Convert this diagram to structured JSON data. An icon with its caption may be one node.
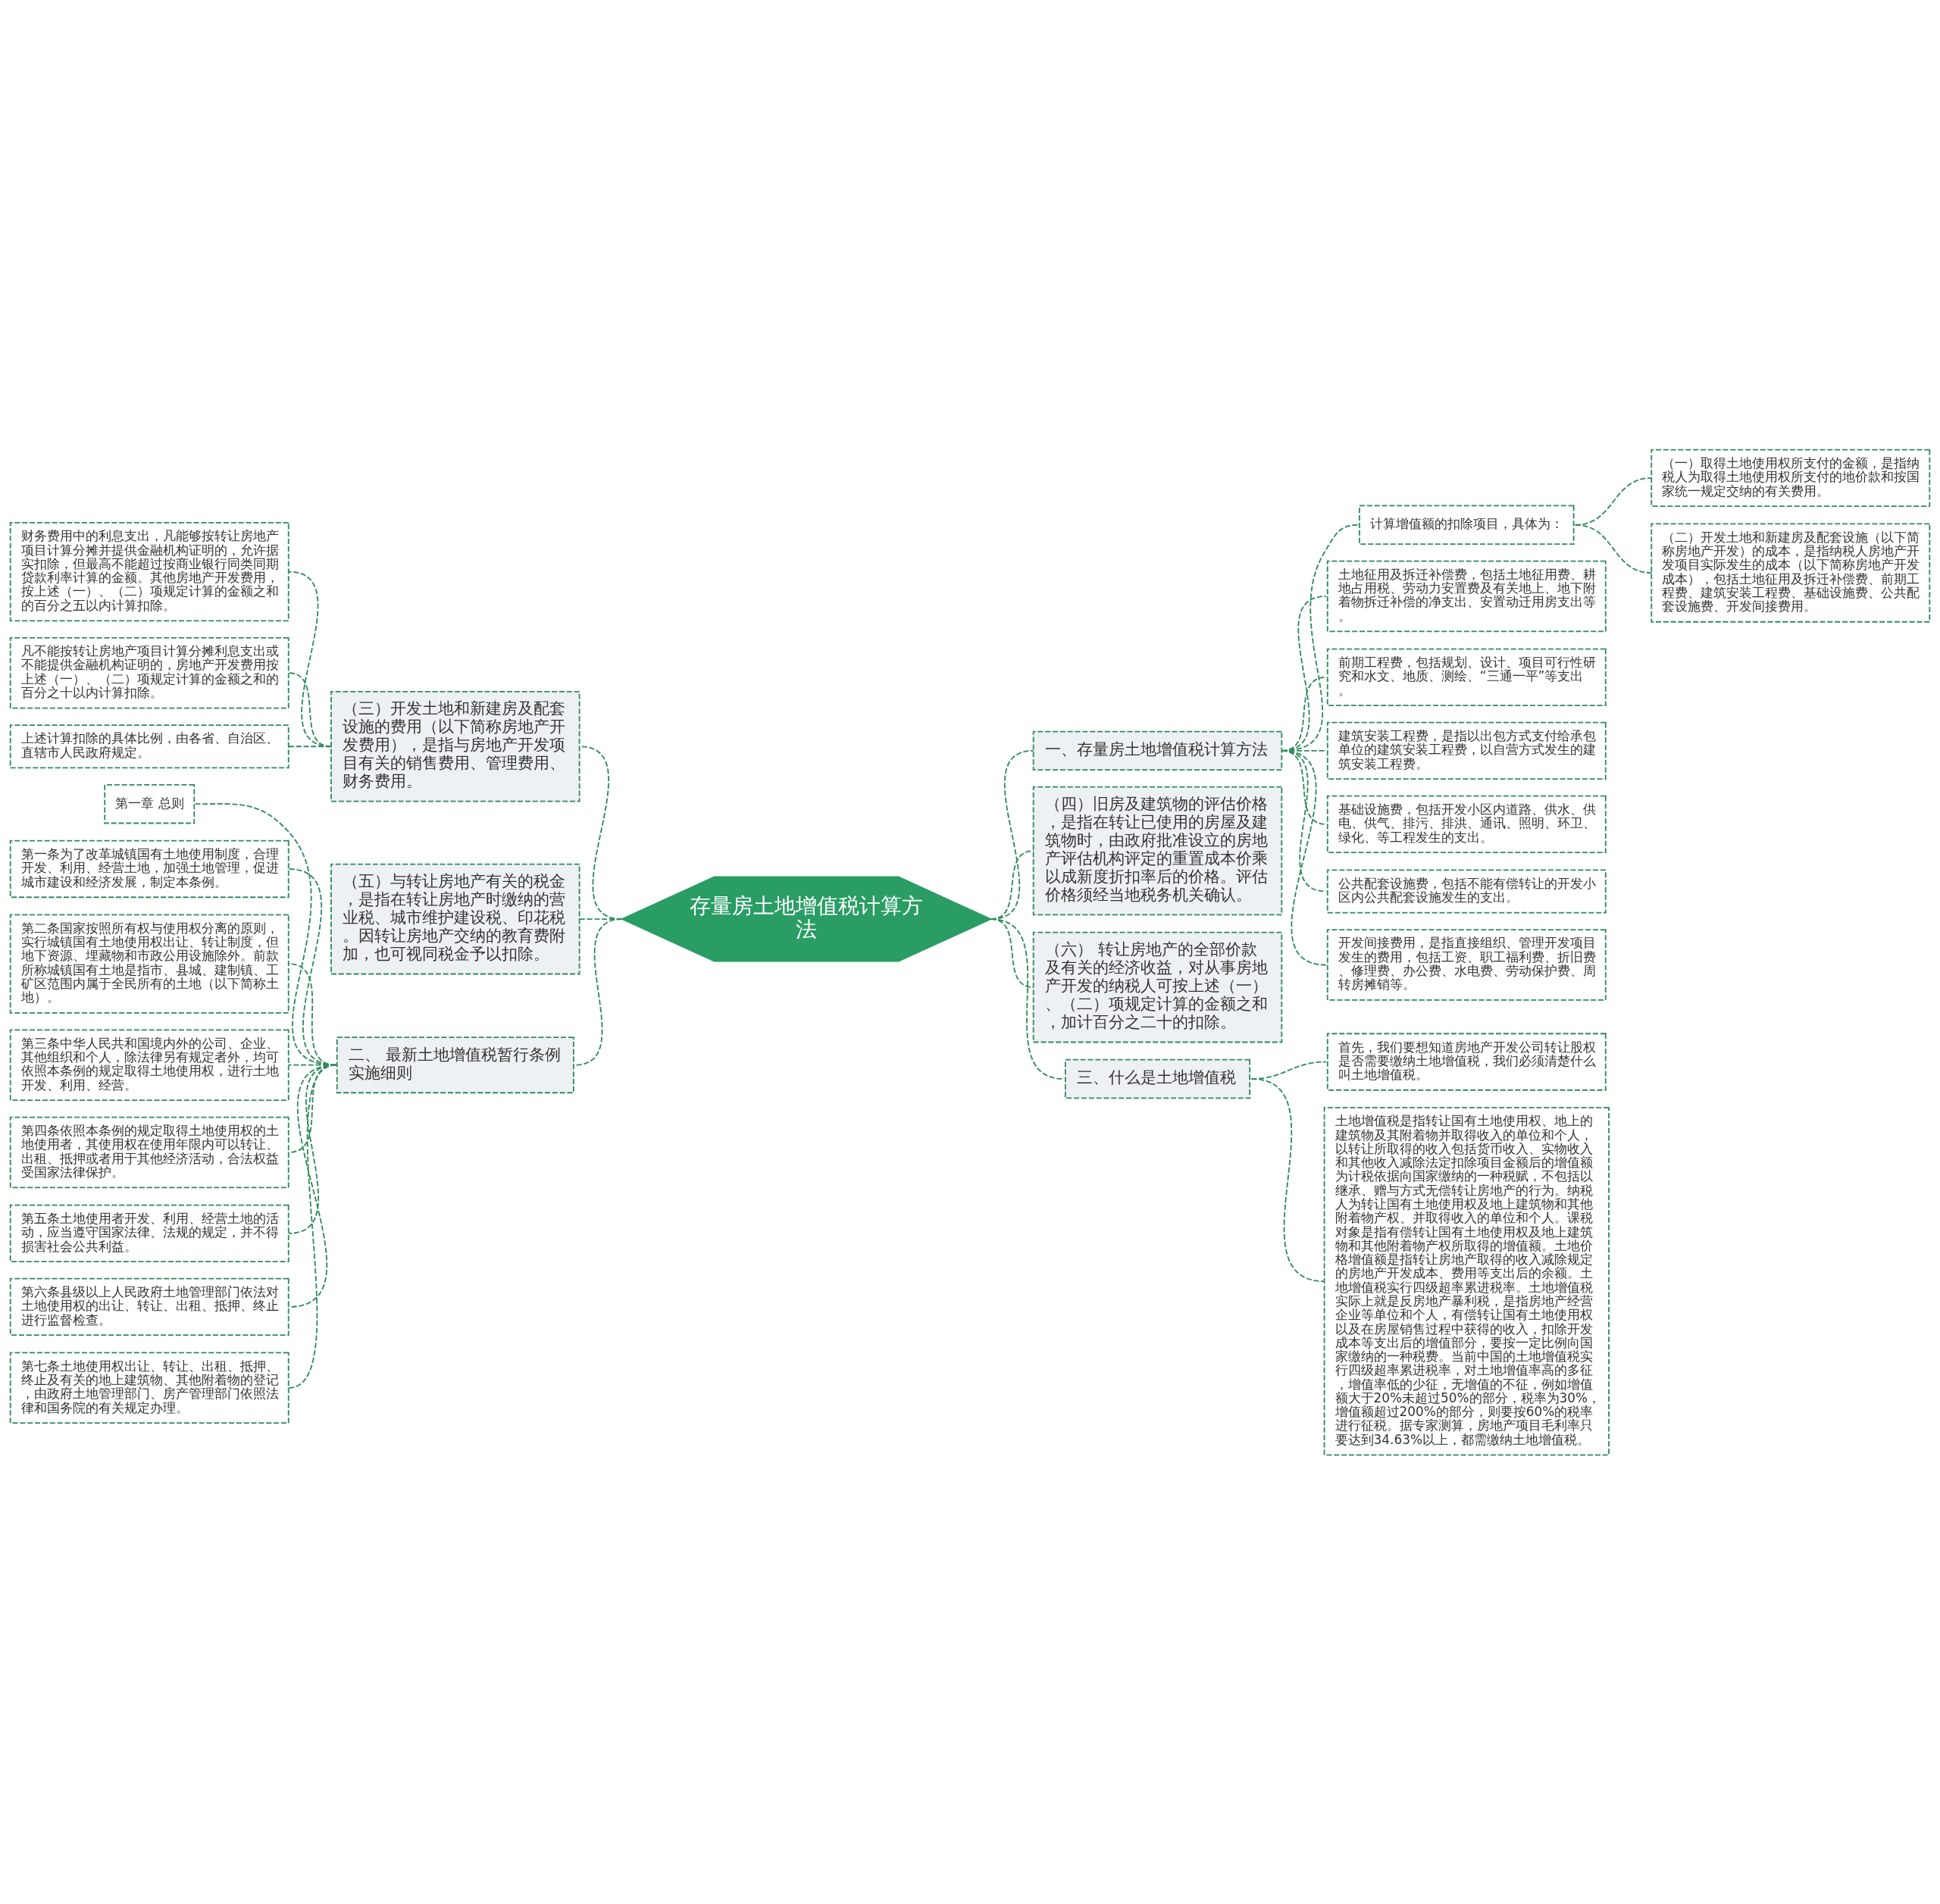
{
  "diagram": {
    "nodes": [
      {
        "text": [
          "存量房土地增值税计算方法"
        ]
      },
      {
        "text": [
          "一、存量房土地增值税计算方法"
        ]
      },
      {
        "text": [
          "计算增值额的扣除项目，具体为："
        ]
      },
      {
        "text": [
          "（一）取得土地使用权所支付的金额，是指纳税人为取得土地使用权所支付的地价款和按国家统一规定交纳的有关费用。"
        ]
      },
      {
        "text": [
          "（二）开发土地和新建房及配套设施（以下简称房地产开发）的成本，是指纳税人房地产开发项目实际发生的成本（以下简称房地产开发成本），包括土地征用及拆迁补偿费、前期工程费、建筑安装工程费、基础设施费、公共配套设施费、开发间接费用。"
        ]
      },
      {
        "text": [
          "土地征用及拆迁补偿费，包括土地征用费、耕地占用税、劳动力安置费及有关地上、地下附着物拆迁补偿的净支出、安置动迁用房支出等。"
        ]
      },
      {
        "text": [
          "前期工程费，包括规划、设计、项目可行性研究和水文、地质、测绘、“三通一平”等支出。"
        ]
      },
      {
        "text": [
          "建筑安装工程费，是指以出包方式支付给承包单位的建筑安装工程费，以自营方式发生的建筑安装工程费。"
        ]
      },
      {
        "text": [
          "基础设施费，包括开发小区内道路、供水、供电、供气、排污、排洪、通讯、照明、环卫、绿化、等工程发生的支出。"
        ]
      },
      {
        "text": [
          "公共配套设施费，包括不能有偿转让的开发小区内公共配套设施发生的支出。"
        ]
      },
      {
        "text": [
          "开发间接费用，是指直接组织、管理开发项目发生的费用，包括工资、职工福利费、折旧费、修理费、办公费、水电费、劳动保护费、周转房摊销等。"
        ]
      },
      {
        "text": [
          "（四）旧房及建筑物的评估价格，是指在转让已使用的房屋及建筑物时，由政府批准设立的房地产评估机构评定的重置成本价乘以成新度折扣率后的价格。评估价格须经当地税务机关确认。"
        ]
      },
      {
        "text": [
          "（六） 转让房地产的全部价款及有关的经济收益，对从事房地产开发的纳税人可按上述（一）、（二）项规定计算的金额之和，加计百分之二十的扣除。"
        ]
      },
      {
        "text": [
          "三、什么是土地增值税"
        ]
      },
      {
        "text": [
          "首先，我们要想知道房地产开发公司转让股权是否需要缴纳土地增值税，我们必须清楚什么叫土地增值税。"
        ]
      },
      {
        "text": [
          "土地增值税是指转让国有土地使用权、地上的建筑物及其附着物并取得收入的单位和个人，以转让所取得的收入包括货币收入、实物收入和其他收入减除法定扣除项目金额后的增值额为计税依据向国家缴纳的一种税赋，不包括以继承、赠与方式无偿转让房地产的行为。纳税人为转让国有土地使用权及地上建筑物和其他附着物产权、并取得收入的单位和个人。课税对象是指有偿转让国有土地使用权及地上建筑物和其他附着物产权所取得的增值额。土地价格增值额是指转让房地产取得的收入减除规定的房地产开发成本、费用等支出后的余额。土地增值税实行四级超率累进税率。土地增值税实际上就是反房地产暴利税，是指房地产经营企业等单位和个人，有偿转让国有土地使用权以及在房屋销售过程中获得的收入，扣除开发成本等支出后的增值部分，要按一定比例向国家缴纳的一种税费。当前中国的土地增值税实行四级超率累进税率，对土地增值率高的多征，增值率低的少征，无增值的不征，例如增值额大于20%未超过50%的部分，税率为30%，增值额超过200%的部分，则要按60%的税率进行征税。据专家测算，房地产项目毛利率只要达到34.63%以上，都需缴纳土地增值税。"
        ]
      },
      {
        "text": [
          "（三）开发土地和新建房及配套设施的费用（以下简称房地产开发费用），是指与房地产开发项目有关的销售费用、管理费用、财务费用。"
        ]
      },
      {
        "text": [
          "财务费用中的利息支出，凡能够按转让房地产项目计算分摊并提供金融机构证明的，允许据实扣除，但最高不能超过按商业银行同类同期贷款利率计算的金额。其他房地产开发费用，按上述（一）、（二）项规定计算的金额之和的百分之五以内计算扣除。"
        ]
      },
      {
        "text": [
          "凡不能按转让房地产项目计算分摊利息支出或不能提供金融机构证明的，房地产开发费用按上述（一）、（二）项规定计算的金额之和的百分之十以内计算扣除。"
        ]
      },
      {
        "text": [
          "上述计算扣除的具体比例，由各省、自治区、直辖市人民政府规定。"
        ]
      },
      {
        "text": [
          "（五）与转让房地产有关的税金，是指在转让房地产时缴纳的营业税、城市维护建设税、印花税。因转让房地产交纳的教育费附加，也可视同税金予以扣除。"
        ]
      },
      {
        "text": [
          "二、 最新土地增值税暂行条例实施细则"
        ]
      },
      {
        "text": [
          "第一章 总则"
        ]
      },
      {
        "text": [
          "第一条为了改革城镇国有土地使用制度，合理开发、利用、经营土地，加强土地管理，促进城市建设和经济发展，制定本条例。"
        ]
      },
      {
        "text": [
          "第二条国家按照所有权与使用权分离的原则，实行城镇国有土地使用权出让、转让制度，但地下资源、埋藏物和市政公用设施除外。前款所称城镇国有土地是指市、县城、建制镇、工矿区范围内属于全民所有的土地（以下简称土地）。"
        ]
      },
      {
        "text": [
          "第三条中华人民共和国境内外的公司、企业、其他组织和个人，除法律另有规定者外，均可依照本条例的规定取得土地使用权，进行土地开发、利用、经营。"
        ]
      },
      {
        "text": [
          "第四条依照本条例的规定取得土地使用权的土地使用者，其使用权在使用年限内可以转让、出租、抵押或者用于其他经济活动，合法权益受国家法律保护。"
        ]
      },
      {
        "text": [
          "第五条土地使用者开发、利用、经营土地的活动，应当遵守国家法律、法规的规定，并不得损害社会公共利益。"
        ]
      },
      {
        "text": [
          "第六条县级以上人民政府土地管理部门依法对土地使用权的出让、转让、出租、抵押、终止进行监督检查。"
        ]
      },
      {
        "text": [
          "第七条土地使用权出让、转让、出租、抵押、终止及有关的地上建筑物、其他附着物的登记，由政府土地管理部门、房产管理部门依照法律和国务院的有关规定办理。"
        ]
      }
    ],
    "edges": [
      {
        "from": 0,
        "to": 1,
        "arrow": "none"
      },
      {
        "from": 1,
        "to": 2,
        "arrow": "none"
      },
      {
        "from": 2,
        "to": 3,
        "arrow": "none"
      },
      {
        "from": 2,
        "to": 4,
        "arrow": "none"
      },
      {
        "from": 1,
        "to": 5,
        "arrow": "none"
      },
      {
        "from": 1,
        "to": 6,
        "arrow": "none"
      },
      {
        "from": 1,
        "to": 7,
        "arrow": "none"
      },
      {
        "from": 1,
        "to": 8,
        "arrow": "none"
      },
      {
        "from": 1,
        "to": 9,
        "arrow": "none"
      },
      {
        "from": 1,
        "to": 10,
        "arrow": "none"
      },
      {
        "from": 0,
        "to": 11,
        "arrow": "none"
      },
      {
        "from": 0,
        "to": 12,
        "arrow": "none"
      },
      {
        "from": 0,
        "to": 13,
        "arrow": "none"
      },
      {
        "from": 13,
        "to": 14,
        "arrow": "none"
      },
      {
        "from": 13,
        "to": 15,
        "arrow": "none"
      },
      {
        "from": 0,
        "to": 16,
        "arrow": "none"
      },
      {
        "from": 16,
        "to": 17,
        "arrow": "none"
      },
      {
        "from": 16,
        "to": 18,
        "arrow": "none"
      },
      {
        "from": 16,
        "to": 19,
        "arrow": "none"
      },
      {
        "from": 0,
        "to": 20,
        "arrow": "none"
      },
      {
        "from": 0,
        "to": 21,
        "arrow": "none"
      },
      {
        "from": 21,
        "to": 22,
        "arrow": "none"
      },
      {
        "from": 21,
        "to": 23,
        "arrow": "none"
      },
      {
        "from": 21,
        "to": 24,
        "arrow": "none"
      },
      {
        "from": 21,
        "to": 25,
        "arrow": "none"
      },
      {
        "from": 21,
        "to": 26,
        "arrow": "none"
      },
      {
        "from": 21,
        "to": 27,
        "arrow": "none"
      },
      {
        "from": 21,
        "to": 28,
        "arrow": "none"
      },
      {
        "from": 21,
        "to": 29,
        "arrow": "none"
      }
    ]
  }
}
